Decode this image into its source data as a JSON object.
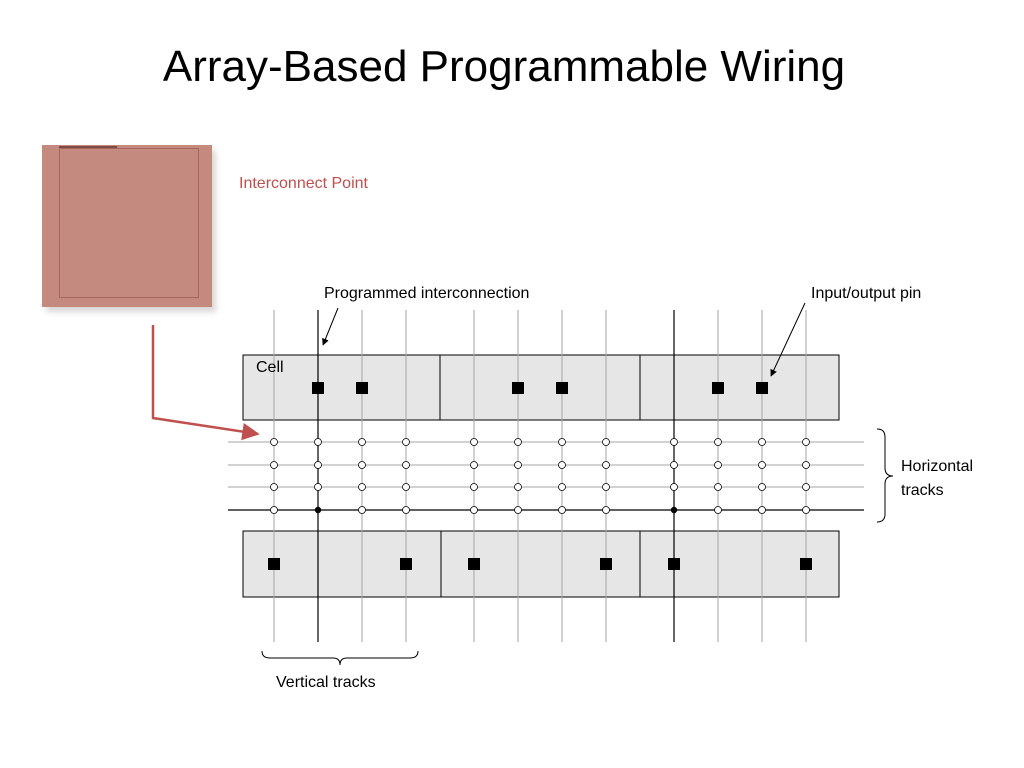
{
  "title": "Array-Based Programmable Wiring",
  "thumbnail": {
    "label": "Interconnect Point",
    "accent_color": "#c0504d"
  },
  "labels": {
    "programmed_interconnection": "Programmed interconnection",
    "io_pin": "Input/output pin",
    "cell": "Cell",
    "horizontal_tracks": "Horizontal tracks",
    "vertical_tracks": "Vertical tracks"
  },
  "colors": {
    "cell_fill": "#e6e6e6",
    "track_gray": "#a6a6a6",
    "track_active": "#000000",
    "callout_arrow": "#c0504d"
  }
}
